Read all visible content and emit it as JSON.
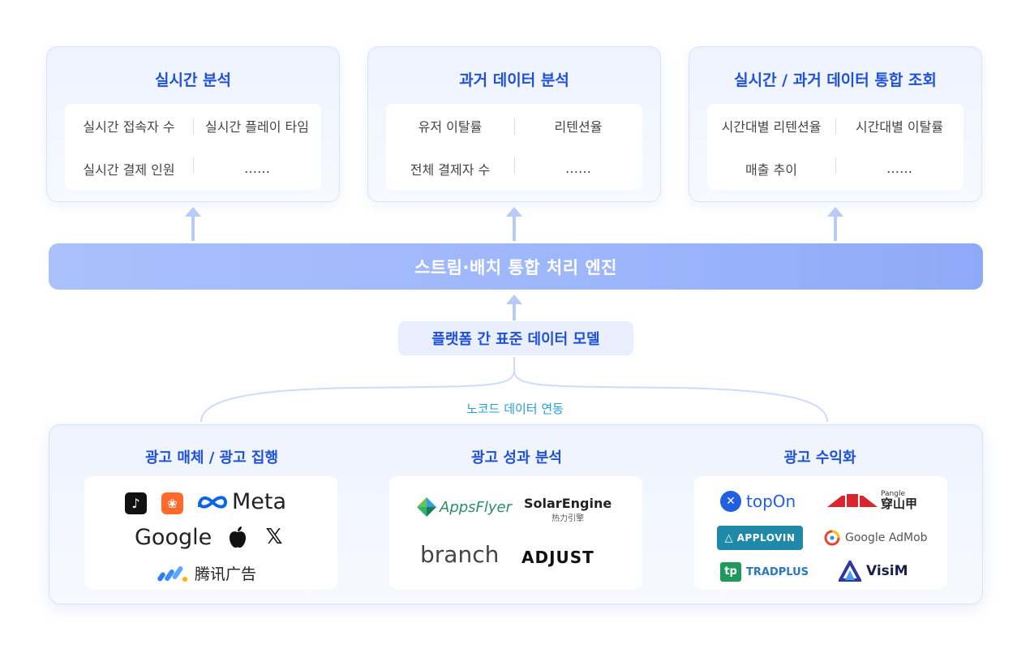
{
  "cards": [
    {
      "title": "실시간 분석",
      "items": [
        "실시간 접속자 수",
        "실시간 플레이 타임",
        "실시간 결제 인원",
        "……"
      ]
    },
    {
      "title": "과거 데이터 분석",
      "items": [
        "유저 이탈률",
        "리텐션율",
        "전체 결제자 수",
        "……"
      ]
    },
    {
      "title": "실시간 / 과거 데이터 통합 조회",
      "items": [
        "시간대별 리텐션율",
        "시간대별 이탈률",
        "매출 추이",
        "……"
      ]
    }
  ],
  "engine_label": "스트림·배치 통합 처리 엔진",
  "model_label": "플랫폼 간 표준 데이터 모델",
  "nocode_label": "노코드 데이터 연동",
  "sections": [
    {
      "title": "광고 매체 / 광고 집행",
      "logos": [
        "TikTok",
        "Kuaishou",
        "Meta",
        "Google",
        "Apple",
        "X",
        "腾讯广告"
      ]
    },
    {
      "title": "광고 성과 분석",
      "logos": [
        "AppsFlyer",
        "SolarEngine",
        "热力引擎",
        "branch",
        "ADJUST"
      ]
    },
    {
      "title": "광고 수익화",
      "logos": [
        "topOn",
        "Pangle",
        "穿山甲",
        "APPLOVIN",
        "Google AdMob",
        "TRADPLUS",
        "VisiM"
      ]
    }
  ],
  "colors": {
    "accent": "#1f50d8",
    "engine": "#9db6fb",
    "nocode": "#22a0dc"
  }
}
